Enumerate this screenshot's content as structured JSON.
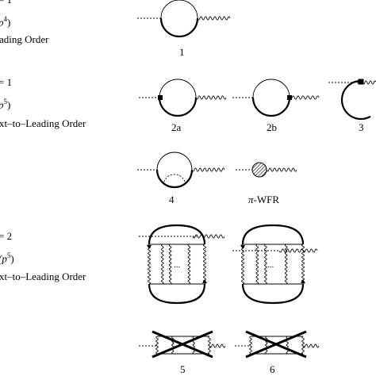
{
  "sections": [
    {
      "eq": "= 1",
      "order_open": "p",
      "order_exp": "4",
      "order_close": ")",
      "title": "ading Order"
    },
    {
      "eq": "= 1",
      "order_open": "p",
      "order_exp": "5",
      "order_close": ")",
      "title": "xt–to–Leading Order"
    },
    {
      "eq": "= 2",
      "order_open": "(p",
      "order_exp": "5",
      "order_close": ")",
      "title": "xt–to–Leading Order"
    }
  ],
  "diagram_labels": {
    "d1": "1",
    "d2a": "2a",
    "d2b": "2b",
    "d3": "3",
    "d4": "4",
    "pi_wfr_sym": "π",
    "pi_wfr_rest": "-WFR",
    "d5": "5",
    "d6": "6"
  },
  "inner_dots": "..."
}
